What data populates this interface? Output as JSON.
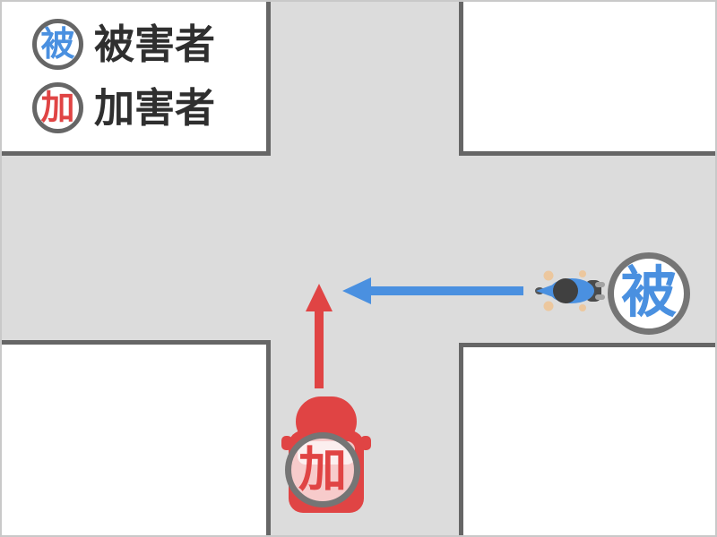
{
  "diagram": {
    "type": "traffic-accident-intersection",
    "legend": {
      "victim": {
        "badge": "被",
        "label": "被害者"
      },
      "perpetrator": {
        "badge": "加",
        "label": "加害者"
      }
    },
    "actors": {
      "victim": {
        "badge": "被",
        "vehicle": "motorcycle",
        "travel_direction": "left"
      },
      "perpetrator": {
        "badge": "加",
        "vehicle": "car",
        "travel_direction": "up"
      }
    },
    "colors": {
      "victim_blue": "#4a90e0",
      "perpetrator_red": "#e04444",
      "road_gray": "#dcdcdc",
      "road_edge_dark": "#666666",
      "badge_ring_gray": "#757575",
      "legend_text": "#2f2f2f"
    },
    "icons": {
      "victim_vehicle": "motorcycle-top-view-icon",
      "perpetrator_vehicle": "car-top-view-icon",
      "victim_arrow": "arrow-left-icon",
      "perpetrator_arrow": "arrow-up-icon"
    }
  }
}
